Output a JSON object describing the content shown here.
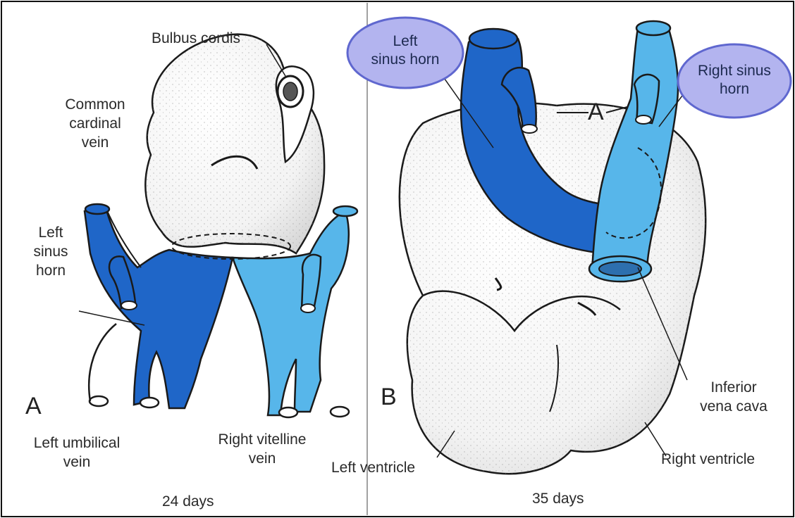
{
  "colors": {
    "dark_blue": "#1f66c8",
    "light_blue": "#57b6ea",
    "bubble_fill": "#b3b4ef",
    "bubble_stroke": "#5f67cf",
    "outline": "#1a1a1a"
  },
  "panel_a": {
    "letter": "A",
    "bulbus_cordis": "Bulbus cordis",
    "common_cardinal_vein": "Common\ncardinal\nvein",
    "left_sinus_horn": "Left\nsinus\nhorn",
    "left_umbilical_vein": "Left umbilical\nvein",
    "right_vitelline_vein": "Right vitelline\nvein",
    "days": "24 days"
  },
  "panel_b": {
    "letter": "B",
    "section_marker": "A",
    "left_sinus_horn_bubble": "Left\nsinus horn",
    "right_sinus_horn_bubble": "Right sinus\nhorn",
    "inferior_vena_cava": "Inferior\nvena cava",
    "right_ventricle": "Right ventricle",
    "left_ventricle": "Left ventricle",
    "days": "35 days"
  }
}
